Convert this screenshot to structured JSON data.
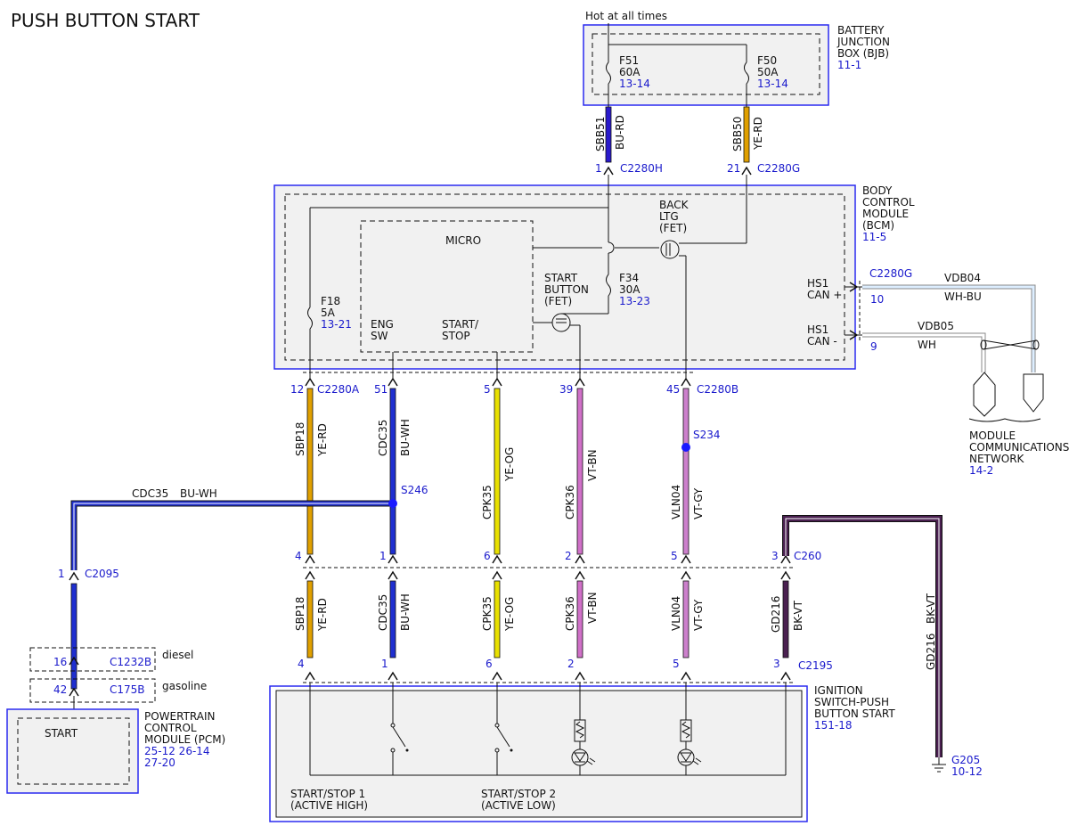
{
  "title": "PUSH BUTTON START",
  "hot_label": "Hot at all times",
  "colors": {
    "module_border": "#2a2af0",
    "module_fill": "#f1f1f1",
    "ref_text": "#1a1acc",
    "bu_rd": "#2a1acc",
    "ye_rd": "#e0a000",
    "bu_wh": "#1f2fd0",
    "ye_og": "#e8e000",
    "vt_bn": "#d070c8",
    "vt_gy": "#cc80cc",
    "bk_vt": "#4a2050",
    "splice": "#1a1aff"
  },
  "bjb": {
    "name_lines": [
      "BATTERY",
      "JUNCTION",
      "BOX (BJB)"
    ],
    "ref": "11-1",
    "fuses": [
      {
        "name": "F51",
        "rating": "60A",
        "ref": "13-14"
      },
      {
        "name": "F50",
        "rating": "50A",
        "ref": "13-14"
      }
    ]
  },
  "bjb_wires": [
    {
      "circuit": "SBB51",
      "color": "BU-RD",
      "pin": "1",
      "connector": "C2280H"
    },
    {
      "circuit": "SBB50",
      "color": "YE-RD",
      "pin": "21",
      "connector": "C2280G"
    }
  ],
  "bcm": {
    "name_lines": [
      "BODY",
      "CONTROL",
      "MODULE",
      "(BCM)"
    ],
    "ref": "11-5",
    "micro": "MICRO",
    "back_ltg": [
      "BACK",
      "LTG",
      "(FET)"
    ],
    "start_button": [
      "START",
      "BUTTON",
      "(FET)"
    ],
    "f34": {
      "name": "F34",
      "rating": "30A",
      "ref": "13-23"
    },
    "f18": {
      "name": "F18",
      "rating": "5A",
      "ref": "13-21"
    },
    "eng_sw": [
      "ENG",
      "SW"
    ],
    "start_stop": [
      "START/",
      "STOP"
    ],
    "hs1_plus": [
      "HS1",
      "CAN +"
    ],
    "hs1_minus": [
      "HS1",
      "CAN -"
    ]
  },
  "can": {
    "connector": "C2280G",
    "pin_plus": "10",
    "pin_minus": "9",
    "wire_plus": {
      "circuit": "VDB04",
      "color": "WH-BU"
    },
    "wire_minus": {
      "circuit": "VDB05",
      "color": "WH"
    },
    "network_lines": [
      "MODULE",
      "COMMUNICATIONS",
      "NETWORK"
    ],
    "network_ref": "14-2"
  },
  "c2280a": {
    "pin": "12",
    "connector": "C2280A"
  },
  "c2280b": {
    "pin": "45",
    "connector": "C2280B"
  },
  "bcm_bottom_pins": [
    "51",
    "5",
    "39"
  ],
  "upper_wires": [
    {
      "circuit": "SBP18",
      "color": "YE-RD"
    },
    {
      "circuit": "CDC35",
      "color": "BU-WH"
    },
    {
      "circuit": "CPK35",
      "color": "YE-OG"
    },
    {
      "circuit": "CPK36",
      "color": "VT-BN"
    },
    {
      "circuit": "VLN04",
      "color": "VT-GY"
    }
  ],
  "s234": "S234",
  "s246": "S246",
  "branch": {
    "circuit": "CDC35",
    "color": "BU-WH"
  },
  "c2095": {
    "pin": "1",
    "connector": "C2095"
  },
  "c1232b": {
    "pin": "16",
    "connector": "C1232B",
    "variant": "diesel"
  },
  "c175b": {
    "pin": "42",
    "connector": "C175B",
    "variant": "gasoline"
  },
  "pcm": {
    "name_lines": [
      "POWERTRAIN",
      "CONTROL",
      "MODULE (PCM)"
    ],
    "refs": [
      "25-12 26-14",
      "27-20"
    ],
    "start": "START"
  },
  "c260": {
    "connector": "C260",
    "pins": [
      "4",
      "1",
      "6",
      "2",
      "5",
      "3"
    ]
  },
  "lower_wires": [
    {
      "circuit": "SBP18",
      "color": "YE-RD"
    },
    {
      "circuit": "CDC35",
      "color": "BU-WH"
    },
    {
      "circuit": "CPK35",
      "color": "YE-OG"
    },
    {
      "circuit": "CPK36",
      "color": "VT-BN"
    },
    {
      "circuit": "VLN04",
      "color": "VT-GY"
    },
    {
      "circuit": "GD216",
      "color": "BK-VT"
    }
  ],
  "c2195": {
    "connector": "C2195",
    "pins": [
      "4",
      "1",
      "6",
      "2",
      "5",
      "3"
    ]
  },
  "ignition": {
    "name_lines": [
      "IGNITION",
      "SWITCH-PUSH",
      "BUTTON START"
    ],
    "ref": "151-18",
    "ss1": [
      "START/STOP 1",
      "(ACTIVE HIGH)"
    ],
    "ss2": [
      "START/STOP 2",
      "(ACTIVE LOW)"
    ]
  },
  "ground_wire": {
    "circuit": "GD216",
    "color": "BK-VT"
  },
  "ground": {
    "name": "G205",
    "ref": "10-12"
  }
}
